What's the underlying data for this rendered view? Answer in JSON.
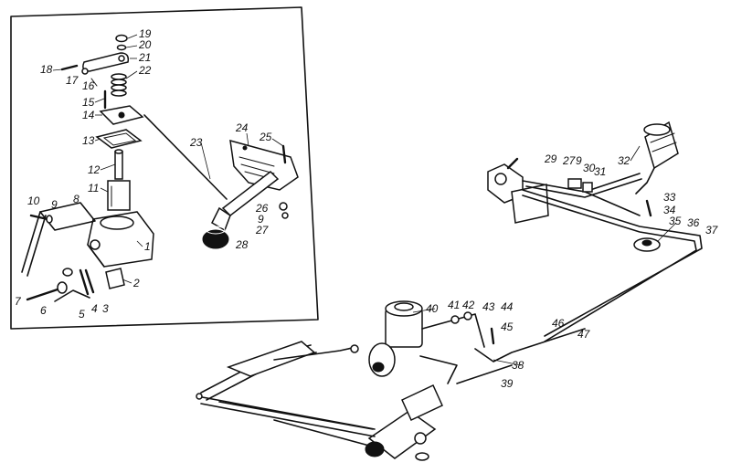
{
  "callouts": [
    "1",
    "2",
    "3",
    "4",
    "5",
    "6",
    "7",
    "8",
    "9",
    "10",
    "11",
    "12",
    "13",
    "14",
    "15",
    "16",
    "17",
    "18",
    "19",
    "20",
    "21",
    "22",
    "23",
    "24",
    "25",
    "26",
    "27",
    "28",
    "29",
    "30",
    "31",
    "32",
    "33",
    "34",
    "35",
    "36",
    "37",
    "38",
    "39",
    "40",
    "41",
    "42",
    "43",
    "44",
    "45",
    "46",
    "47"
  ],
  "callouts_repeated": [
    "9",
    "27",
    "9"
  ]
}
